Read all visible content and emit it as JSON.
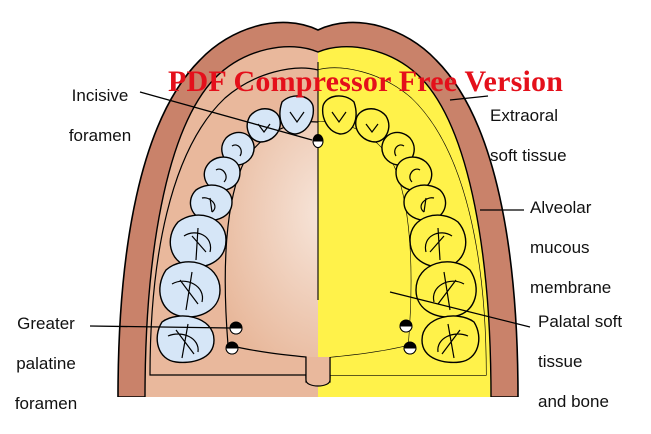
{
  "watermark": "PDF Compressor Free Version",
  "labels": {
    "incisive_foramen": [
      "Incisive",
      "foramen"
    ],
    "extraoral_soft_tissue": [
      "Extraoral",
      "soft tissue"
    ],
    "alveolar_mucous_membrane": [
      "Alveolar",
      "mucous",
      "membrane"
    ],
    "greater_palatine_foramen": [
      "Greater",
      "palatine",
      "foramen"
    ],
    "palatal_soft_tissue": [
      "Palatal soft",
      "tissue",
      "and bone"
    ]
  },
  "colors": {
    "lip": "#c9826a",
    "gingiva": "#e9b89c",
    "palate_center": "#f6e2d6",
    "highlight_yellow": "#fff24a",
    "tooth_blue": "#d6e6f7",
    "outline": "#000000"
  }
}
